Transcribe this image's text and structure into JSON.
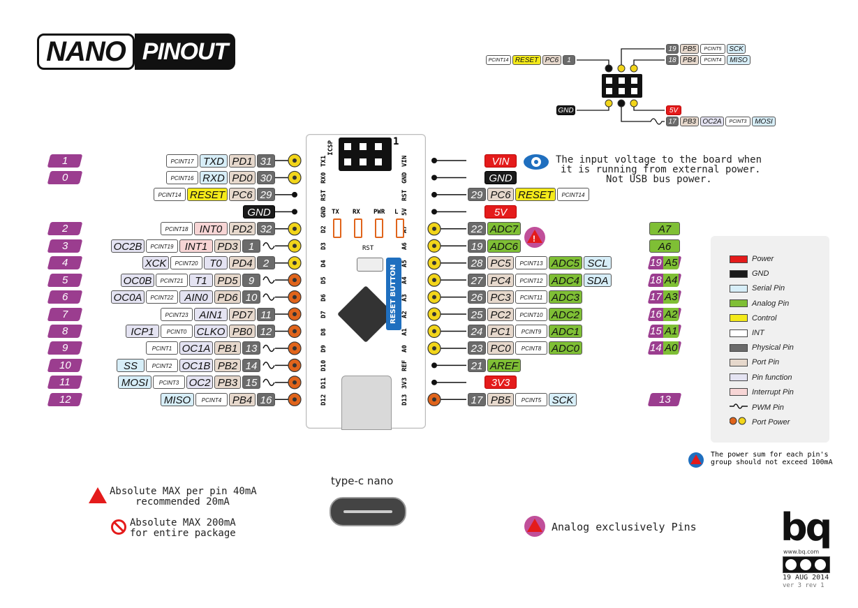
{
  "title": {
    "left": "NANO",
    "right": "PINOUT"
  },
  "colors": {
    "power": "#e41b1b",
    "gnd": "#1a1a1a",
    "serial": "#d7eef8",
    "analog": "#7fbf35",
    "control": "#f4ea1a",
    "int": "#ffffff",
    "physical": "#6b6b6b",
    "port": "#e6d8cc",
    "function": "#e4e3f2",
    "interrupt": "#f7d5d5",
    "digital": "#9b3d8f",
    "pad_yellow": "#f2d51a",
    "pad_orange": "#e0641b"
  },
  "board": {
    "icsp_label": "ICSP",
    "icsp_pin1": "1",
    "left_silk": [
      "TX1",
      "RX0",
      "RST",
      "GND",
      "D2",
      "D3",
      "D4",
      "D5",
      "D6",
      "D7",
      "D8",
      "D9",
      "D10",
      "D11",
      "D12"
    ],
    "right_silk": [
      "VIN",
      "GND",
      "RST",
      "5V",
      "A7",
      "A6",
      "A5",
      "A4",
      "A3",
      "A2",
      "A1",
      "A0",
      "REF",
      "3V3",
      "D13"
    ],
    "leds": [
      "TX",
      "RX",
      "PWR",
      "L"
    ],
    "rst_label": "RST",
    "reset_button": "RESET BUTTON"
  },
  "left_rows": [
    {
      "digital": "1",
      "labels": [
        [
          "PCINT17",
          "int"
        ],
        [
          "TXD",
          "ser"
        ],
        [
          "PD1",
          "port"
        ],
        [
          "31",
          "phys"
        ]
      ],
      "pad": "yellow"
    },
    {
      "digital": "0",
      "labels": [
        [
          "PCINT16",
          "int"
        ],
        [
          "RXD",
          "ser"
        ],
        [
          "PD0",
          "port"
        ],
        [
          "30",
          "phys"
        ]
      ],
      "pad": "yellow"
    },
    {
      "digital": "",
      "labels": [
        [
          "PCINT14",
          "int"
        ],
        [
          "RESET",
          "ctl"
        ],
        [
          "PC6",
          "port"
        ],
        [
          "29",
          "phys"
        ]
      ],
      "pad": "dot"
    },
    {
      "digital": "",
      "labels": [
        [
          "GND",
          "gnd"
        ]
      ],
      "pad": "dot"
    },
    {
      "digital": "2",
      "labels": [
        [
          "PCINT18",
          "int"
        ],
        [
          "INT0",
          "irq"
        ],
        [
          "PD2",
          "port"
        ],
        [
          "32",
          "phys"
        ]
      ],
      "pad": "yellow"
    },
    {
      "digital": "3",
      "labels": [
        [
          "OC2B",
          "func"
        ],
        [
          "PCINT19",
          "int"
        ],
        [
          "INT1",
          "irq"
        ],
        [
          "PD3",
          "port"
        ],
        [
          "1",
          "phys"
        ]
      ],
      "pad": "yellow",
      "pwm": true
    },
    {
      "digital": "4",
      "labels": [
        [
          "XCK",
          "func"
        ],
        [
          "PCINT20",
          "int"
        ],
        [
          "T0",
          "func"
        ],
        [
          "PD4",
          "port"
        ],
        [
          "2",
          "phys"
        ]
      ],
      "pad": "yellow"
    },
    {
      "digital": "5",
      "labels": [
        [
          "OC0B",
          "func"
        ],
        [
          "PCINT21",
          "int"
        ],
        [
          "T1",
          "func"
        ],
        [
          "PD5",
          "port"
        ],
        [
          "9",
          "phys"
        ]
      ],
      "pad": "orange",
      "pwm": true
    },
    {
      "digital": "6",
      "labels": [
        [
          "OC0A",
          "func"
        ],
        [
          "PCINT22",
          "int"
        ],
        [
          "AIN0",
          "func"
        ],
        [
          "PD6",
          "port"
        ],
        [
          "10",
          "phys"
        ]
      ],
      "pad": "orange",
      "pwm": true
    },
    {
      "digital": "7",
      "labels": [
        [
          "PCINT23",
          "int"
        ],
        [
          "AIN1",
          "func"
        ],
        [
          "PD7",
          "port"
        ],
        [
          "11",
          "phys"
        ]
      ],
      "pad": "orange"
    },
    {
      "digital": "8",
      "labels": [
        [
          "ICP1",
          "func"
        ],
        [
          "PCINT0",
          "int"
        ],
        [
          "CLKO",
          "func"
        ],
        [
          "PB0",
          "port"
        ],
        [
          "12",
          "phys"
        ]
      ],
      "pad": "orange"
    },
    {
      "digital": "9",
      "labels": [
        [
          "PCINT1",
          "int"
        ],
        [
          "OC1A",
          "func"
        ],
        [
          "PB1",
          "port"
        ],
        [
          "13",
          "phys"
        ]
      ],
      "pad": "orange",
      "pwm": true
    },
    {
      "digital": "10",
      "labels": [
        [
          "SS",
          "ser"
        ],
        [
          "PCINT2",
          "int"
        ],
        [
          "OC1B",
          "func"
        ],
        [
          "PB2",
          "port"
        ],
        [
          "14",
          "phys"
        ]
      ],
      "pad": "orange",
      "pwm": true
    },
    {
      "digital": "11",
      "labels": [
        [
          "MOSI",
          "ser"
        ],
        [
          "PCINT3",
          "int"
        ],
        [
          "OC2",
          "func"
        ],
        [
          "PB3",
          "port"
        ],
        [
          "15",
          "phys"
        ]
      ],
      "pad": "orange",
      "pwm": true
    },
    {
      "digital": "12",
      "labels": [
        [
          "MISO",
          "ser"
        ],
        [
          "PCINT4",
          "int"
        ],
        [
          "PB4",
          "port"
        ],
        [
          "16",
          "phys"
        ]
      ],
      "pad": "orange"
    }
  ],
  "right_rows": [
    {
      "labels": [
        [
          "VIN",
          "pow"
        ]
      ],
      "pad": "dot",
      "far": ""
    },
    {
      "labels": [
        [
          "GND",
          "gnd"
        ]
      ],
      "pad": "dot",
      "far": ""
    },
    {
      "labels": [
        [
          "29",
          "phys"
        ],
        [
          "PC6",
          "port"
        ],
        [
          "RESET",
          "ctl"
        ],
        [
          "PCINT14",
          "int"
        ]
      ],
      "pad": "dot",
      "far": ""
    },
    {
      "labels": [
        [
          "5V",
          "pow"
        ]
      ],
      "pad": "dot",
      "far": ""
    },
    {
      "labels": [
        [
          "22",
          "phys"
        ],
        [
          "ADC7",
          "ana"
        ]
      ],
      "pad": "yellow",
      "far": "A7",
      "farType": "ana"
    },
    {
      "labels": [
        [
          "19",
          "phys"
        ],
        [
          "ADC6",
          "ana"
        ]
      ],
      "pad": "yellow",
      "far": "A6",
      "farType": "ana"
    },
    {
      "labels": [
        [
          "28",
          "phys"
        ],
        [
          "PC5",
          "port"
        ],
        [
          "PCINT13",
          "int"
        ],
        [
          "ADC5",
          "ana"
        ],
        [
          "SCL",
          "ser"
        ]
      ],
      "pad": "yellow",
      "far": "19|A5",
      "farType": "dig"
    },
    {
      "labels": [
        [
          "27",
          "phys"
        ],
        [
          "PC4",
          "port"
        ],
        [
          "PCINT12",
          "int"
        ],
        [
          "ADC4",
          "ana"
        ],
        [
          "SDA",
          "ser"
        ]
      ],
      "pad": "yellow",
      "far": "18|A4",
      "farType": "dig"
    },
    {
      "labels": [
        [
          "26",
          "phys"
        ],
        [
          "PC3",
          "port"
        ],
        [
          "PCINT11",
          "int"
        ],
        [
          "ADC3",
          "ana"
        ]
      ],
      "pad": "yellow",
      "far": "17|A3",
      "farType": "dig"
    },
    {
      "labels": [
        [
          "25",
          "phys"
        ],
        [
          "PC2",
          "port"
        ],
        [
          "PCINT10",
          "int"
        ],
        [
          "ADC2",
          "ana"
        ]
      ],
      "pad": "yellow",
      "far": "16|A2",
      "farType": "dig"
    },
    {
      "labels": [
        [
          "24",
          "phys"
        ],
        [
          "PC1",
          "port"
        ],
        [
          "PCINT9",
          "int"
        ],
        [
          "ADC1",
          "ana"
        ]
      ],
      "pad": "yellow",
      "far": "15|A1",
      "farType": "dig"
    },
    {
      "labels": [
        [
          "23",
          "phys"
        ],
        [
          "PC0",
          "port"
        ],
        [
          "PCINT8",
          "int"
        ],
        [
          "ADC0",
          "ana"
        ]
      ],
      "pad": "yellow",
      "far": "14|A0",
      "farType": "dig"
    },
    {
      "labels": [
        [
          "21",
          "phys"
        ],
        [
          "AREF",
          "ana"
        ]
      ],
      "pad": "dot",
      "far": ""
    },
    {
      "labels": [
        [
          "3V3",
          "pow"
        ]
      ],
      "pad": "dot",
      "far": ""
    },
    {
      "labels": [
        [
          "17",
          "phys"
        ],
        [
          "PB5",
          "port"
        ],
        [
          "PCINT5",
          "int"
        ],
        [
          "SCK",
          "ser"
        ]
      ],
      "pad": "orange",
      "far": "13",
      "farType": "dig"
    }
  ],
  "icsp_header": {
    "top_left": [
      [
        "PCINT14",
        "int"
      ],
      [
        "RESET",
        "ctl"
      ],
      [
        "PC6",
        "port"
      ],
      [
        "1",
        "phys"
      ]
    ],
    "top_right_1": [
      [
        "19",
        "phys"
      ],
      [
        "PB5",
        "port"
      ],
      [
        "PCINT5",
        "int"
      ],
      [
        "SCK",
        "ser"
      ]
    ],
    "top_right_2": [
      [
        "18",
        "phys"
      ],
      [
        "PB4",
        "port"
      ],
      [
        "PCINT4",
        "int"
      ],
      [
        "MISO",
        "ser"
      ]
    ],
    "bottom_left": [
      [
        "GND",
        "gnd"
      ]
    ],
    "bottom_right_1": [
      [
        "5V",
        "pow"
      ]
    ],
    "bottom_right_2": [
      [
        "17",
        "phys"
      ],
      [
        "PB3",
        "port"
      ],
      [
        "OC2A",
        "func"
      ],
      [
        "PCINT3",
        "int"
      ],
      [
        "MOSI",
        "ser"
      ]
    ]
  },
  "vin_note": [
    "The input voltage to the board when",
    "it is running from external power.",
    "Not USB bus power."
  ],
  "legend": [
    [
      "Power",
      "pow"
    ],
    [
      "GND",
      "gnd"
    ],
    [
      "Serial Pin",
      "ser"
    ],
    [
      "Analog Pin",
      "ana"
    ],
    [
      "Control",
      "ctl"
    ],
    [
      "INT",
      "int"
    ],
    [
      "Physical Pin",
      "phys"
    ],
    [
      "Port Pin",
      "port"
    ],
    [
      "Pin function",
      "func"
    ],
    [
      "Interrupt Pin",
      "irq"
    ],
    [
      "PWM Pin",
      "pwm"
    ],
    [
      "Port Power",
      "ppow"
    ]
  ],
  "power_note": [
    "The power sum for each pin's",
    "group should not exceed 100mA"
  ],
  "notes": {
    "max_pin_1": "Absolute MAX per pin 40mA",
    "max_pin_2": "recommended 20mA",
    "max_pkg_1": "Absolute MAX 200mA",
    "max_pkg_2": "for entire package",
    "analog_only": "Analog exclusively Pins",
    "typec": "type-c nano"
  },
  "footer": {
    "logo": "bq",
    "url": "www.bq.com",
    "date": "19 AUG 2014",
    "version": "ver 3 rev 1"
  }
}
